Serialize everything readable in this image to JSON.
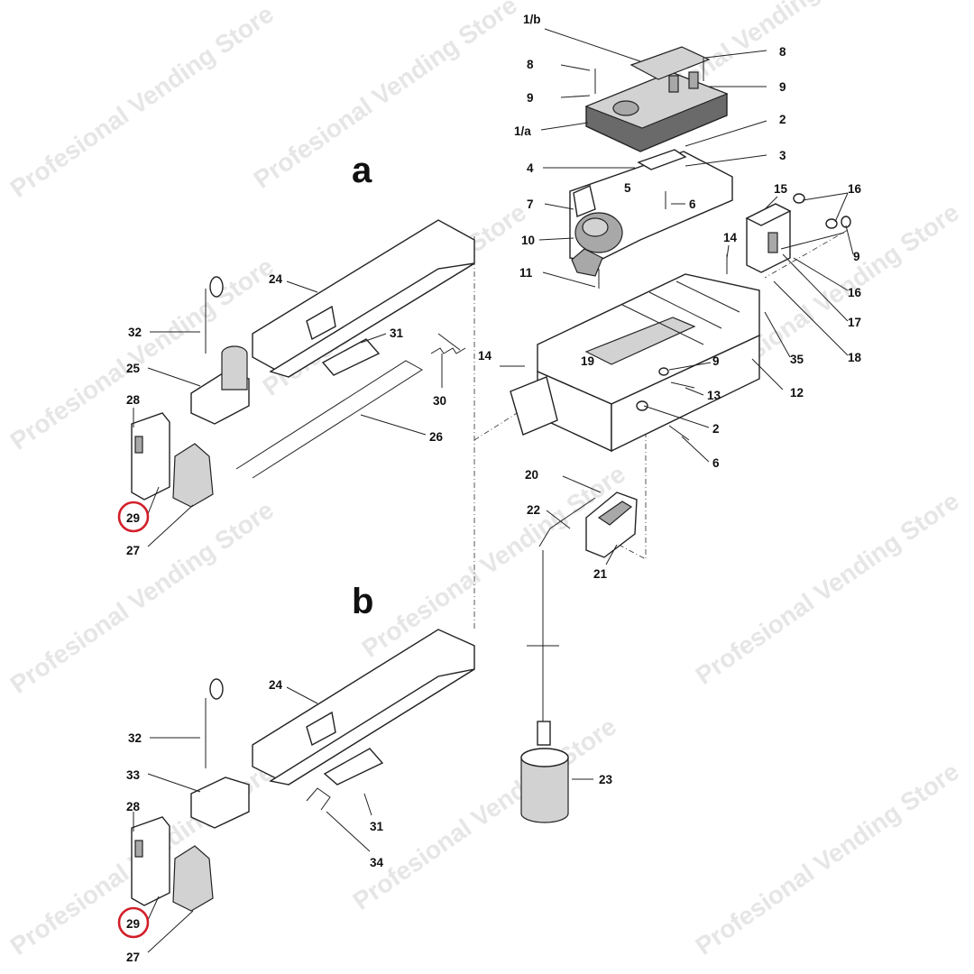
{
  "figure": {
    "sections": [
      "a",
      "b"
    ],
    "watermark": "Profesional Vending Store",
    "highlight_color": "#d21f2a",
    "highlighted_labels": [
      "29"
    ]
  },
  "labels": {
    "l_1b": "1/b",
    "l_8a": "8",
    "l_8b": "8",
    "l_9a": "9",
    "l_9b": "9",
    "l_1a": "1/a",
    "l_2a": "2",
    "l_4": "4",
    "l_3": "3",
    "l_5": "5",
    "l_6a": "6",
    "l_7": "7",
    "l_10": "10",
    "l_15": "15",
    "l_16a": "16",
    "l_14a": "14",
    "l_9c": "9",
    "l_16b": "16",
    "l_11": "11",
    "l_17": "17",
    "l_18": "18",
    "l_35": "35",
    "l_14b": "14",
    "l_19": "19",
    "l_9d": "9",
    "l_13": "13",
    "l_12": "12",
    "l_2b": "2",
    "l_6b": "6",
    "l_20": "20",
    "l_22": "22",
    "l_21": "21",
    "l_23": "23",
    "a_24": "24",
    "a_32": "32",
    "a_31": "31",
    "a_25": "25",
    "a_30": "30",
    "a_28": "28",
    "a_26": "26",
    "a_29": "29",
    "a_27": "27",
    "b_24": "24",
    "b_32": "32",
    "b_33": "33",
    "b_28": "28",
    "b_31": "31",
    "b_34": "34",
    "b_29": "29",
    "b_27": "27"
  }
}
